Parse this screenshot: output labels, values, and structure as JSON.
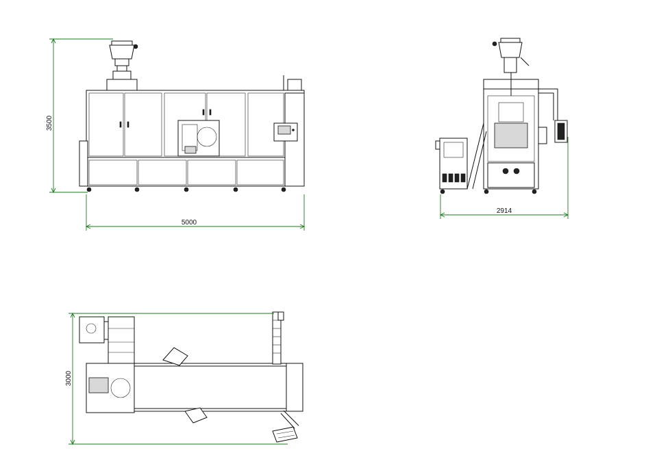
{
  "colors": {
    "dimension": "#1a7a1a",
    "line": "#111111"
  },
  "front_view": {
    "width_label": "5000",
    "height_label": "3500"
  },
  "side_view": {
    "width_label": "2914"
  },
  "top_view": {
    "depth_label": "3000"
  }
}
